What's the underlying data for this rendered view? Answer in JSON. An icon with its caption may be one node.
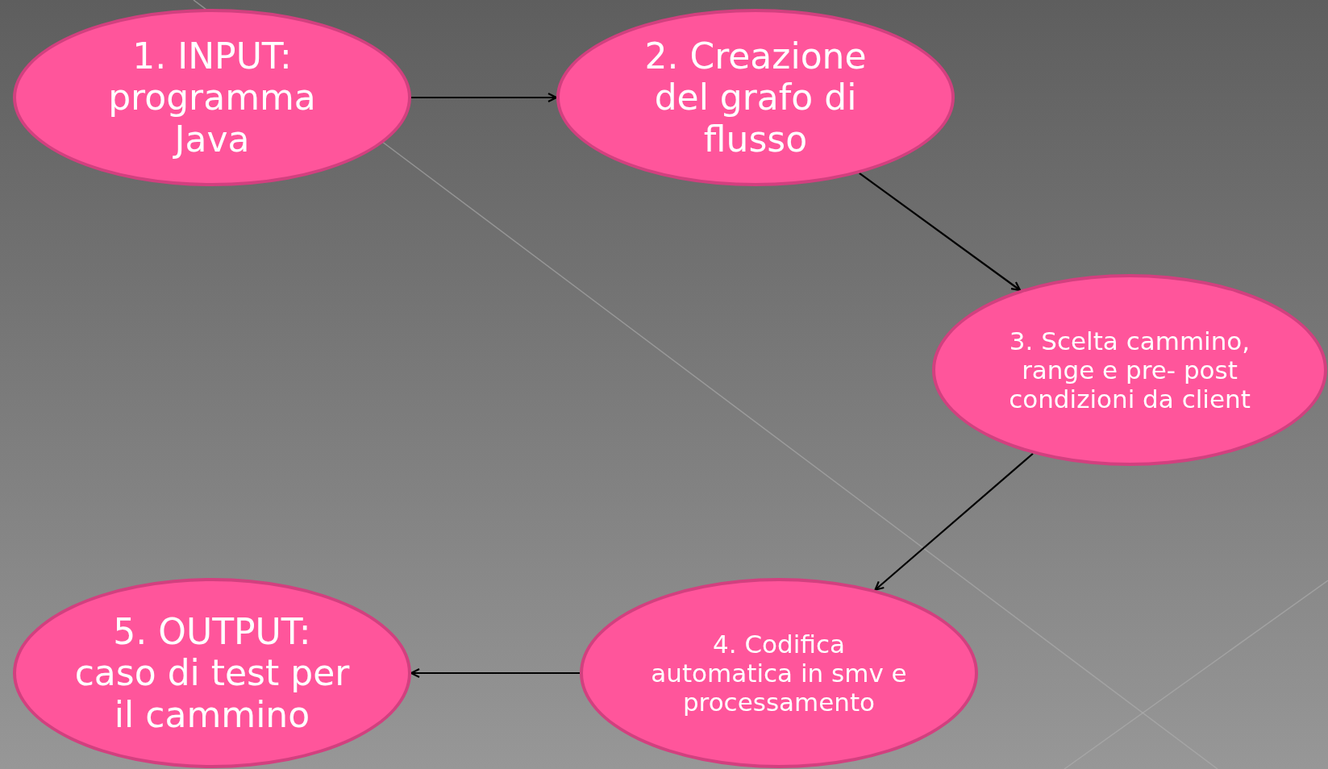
{
  "diagram": {
    "nodes": [
      {
        "text": [
          "1. INPUT: programma Java"
        ]
      },
      {
        "text": [
          "2. Creazione del grafo di flusso"
        ]
      },
      {
        "text": [
          "3. Scelta cammino, range e pre- post condizioni da client"
        ]
      },
      {
        "text": [
          "4. Codifica automatica in smv e processamento"
        ]
      },
      {
        "text": [
          "5. OUTPUT: caso di test per il cammino"
        ]
      }
    ],
    "edges": [
      {
        "from": 0,
        "to": 1,
        "arrow": "to"
      },
      {
        "from": 1,
        "to": 2,
        "arrow": "to"
      },
      {
        "from": 2,
        "to": 3,
        "arrow": "to"
      },
      {
        "from": 3,
        "to": 4,
        "arrow": "to"
      }
    ]
  }
}
